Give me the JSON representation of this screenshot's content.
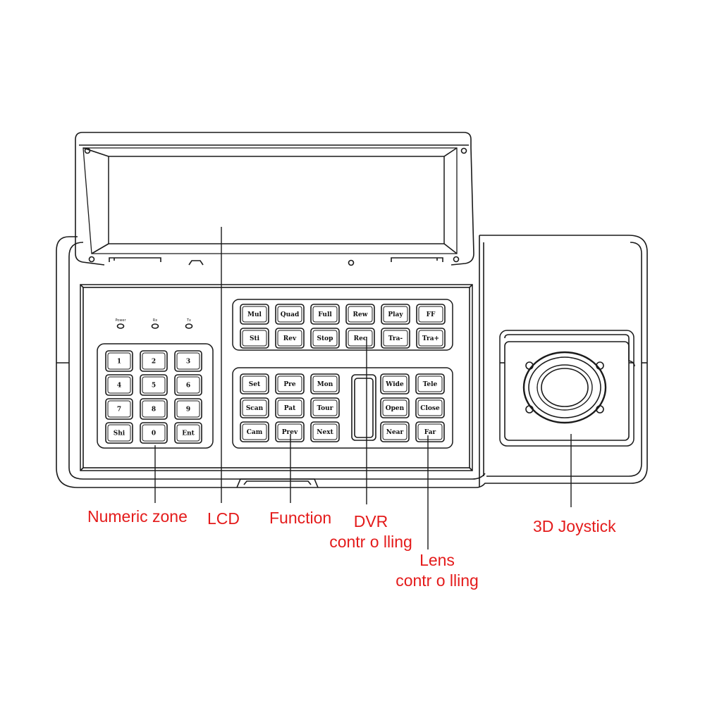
{
  "indicators": [
    "Power",
    "Rx",
    "Tx"
  ],
  "numeric_keys": [
    [
      "1",
      "2",
      "3"
    ],
    [
      "4",
      "5",
      "6"
    ],
    [
      "7",
      "8",
      "9"
    ],
    [
      "Shi",
      "0",
      "Ent"
    ]
  ],
  "dvr_keys": [
    [
      "Mul",
      "Quad",
      "Full",
      "Rew",
      "Play",
      "FF"
    ],
    [
      "Sti",
      "Rev",
      "Stop",
      "Rec",
      "Tra-",
      "Tra+"
    ]
  ],
  "function_keys": [
    [
      "Set",
      "Pre",
      "Mon"
    ],
    [
      "Scan",
      "Pat",
      "Tour"
    ],
    [
      "Cam",
      "Prev",
      "Next"
    ]
  ],
  "lens_keys": [
    [
      "Wide",
      "Tele"
    ],
    [
      "Open",
      "Close"
    ],
    [
      "Near",
      "Far"
    ]
  ],
  "callouts": {
    "numeric_zone": "Numeric zone",
    "lcd": "LCD",
    "function": "Function",
    "dvr": [
      "DVR",
      "contr o lling"
    ],
    "lens": [
      "Lens",
      "contr o lling"
    ],
    "joystick": "3D Joystick"
  },
  "colors": {
    "label": "#e41b1b",
    "outline": "#1a1a1a"
  }
}
